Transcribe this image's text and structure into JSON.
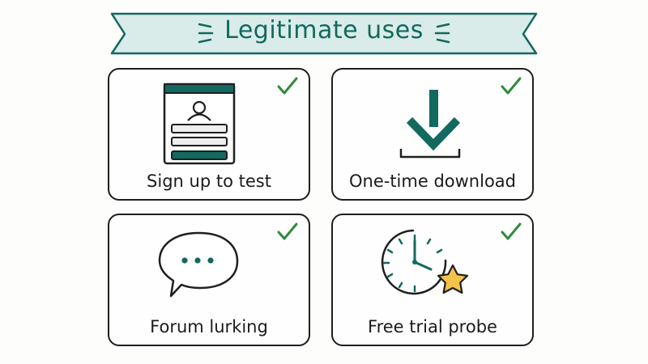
{
  "banner": {
    "title": "Legitimate uses"
  },
  "cards": [
    {
      "label": "Sign up to test",
      "icon": "signup-form-icon",
      "checked": true
    },
    {
      "label": "One-time download",
      "icon": "download-icon",
      "checked": true
    },
    {
      "label": "Forum lurking",
      "icon": "chat-bubble-icon",
      "checked": true
    },
    {
      "label": "Free trial probe",
      "icon": "clock-star-icon",
      "checked": true
    }
  ],
  "colors": {
    "teal": "#12695f",
    "banner_fill": "#d9ecea",
    "check_green": "#2e8b3a",
    "star": "#f5c24a"
  }
}
